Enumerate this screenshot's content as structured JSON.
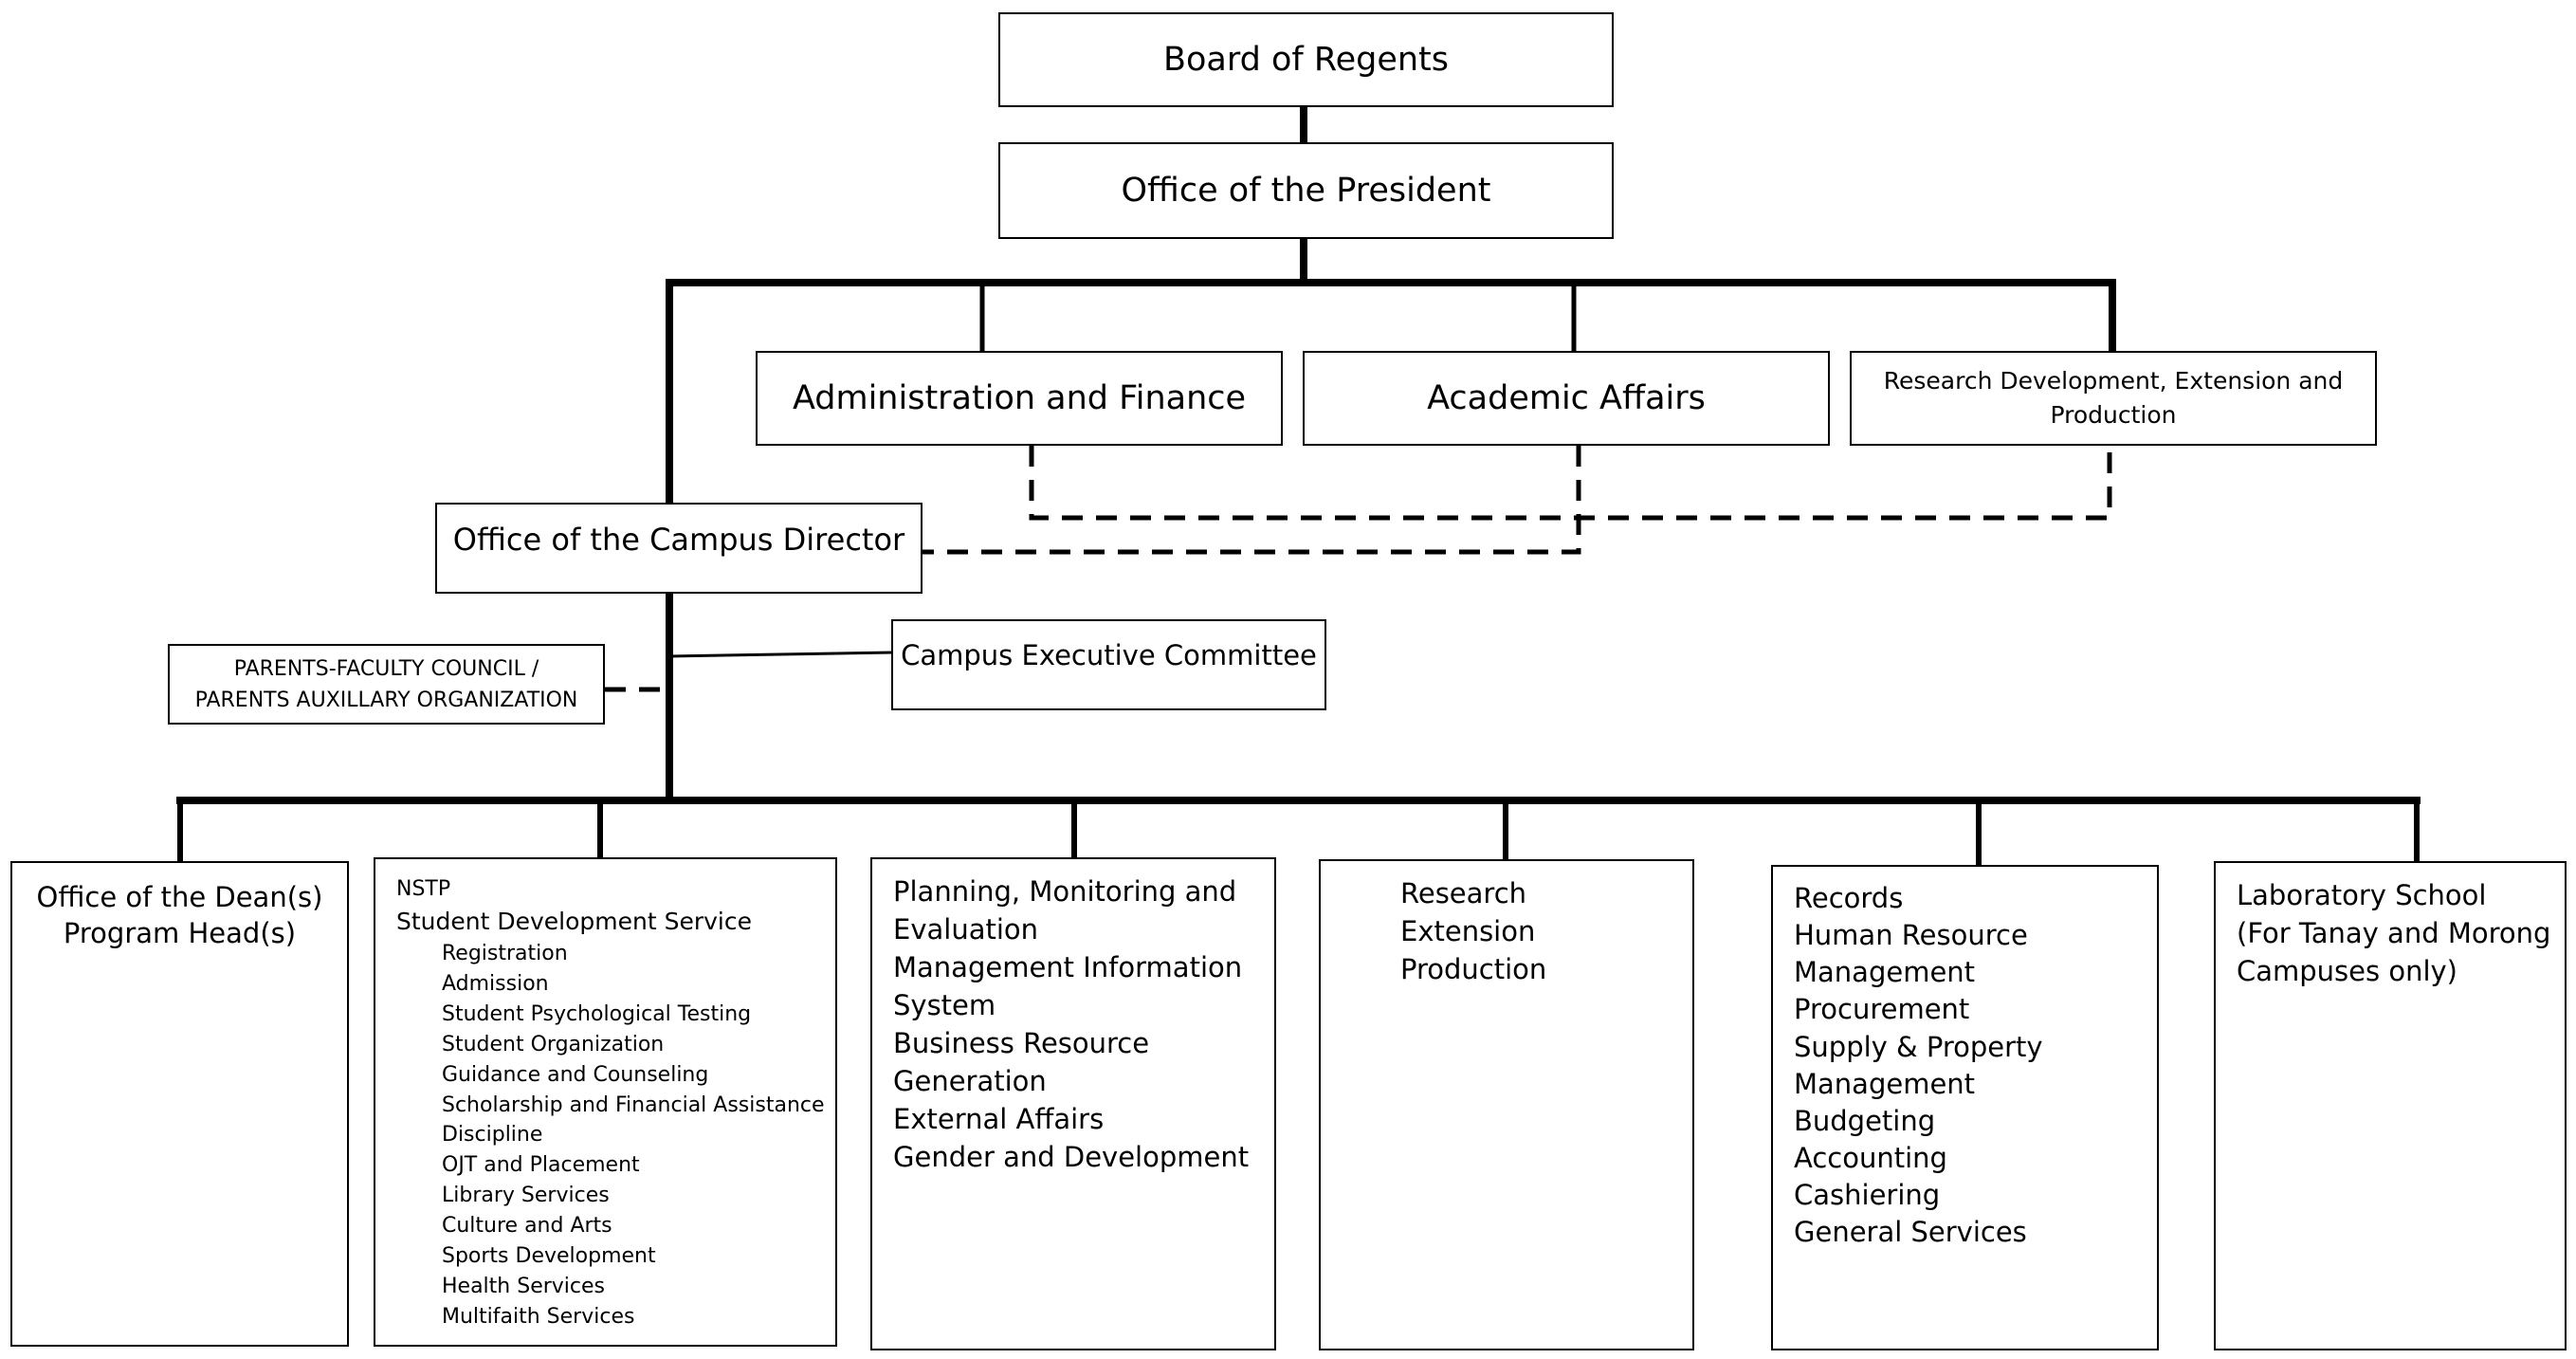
{
  "top": {
    "board": "Board of Regents",
    "president": "Office of the President"
  },
  "vp": {
    "admin": "Administration and Finance",
    "academic": "Academic Affairs",
    "research": [
      "Research Development, Extension and",
      "Production"
    ]
  },
  "campus": {
    "director": "Office of the Campus Director",
    "pfc": [
      "PARENTS-FACULTY COUNCIL /",
      "PARENTS AUXILLARY ORGANIZATION"
    ],
    "executive": "Campus Executive Committee"
  },
  "units": {
    "dean": [
      "Office of the Dean(s)",
      "Program Head(s)"
    ],
    "student": {
      "nstp": "NSTP",
      "title": "Student Development Service",
      "items": [
        "Registration",
        "Admission",
        "Student Psychological Testing",
        "Student Organization",
        "Guidance and Counseling",
        "Scholarship and Financial Assistance",
        "Discipline",
        "OJT and Placement",
        "Library Services",
        "Culture and Arts",
        "Sports Development",
        "Health Services",
        "Multifaith Services"
      ]
    },
    "planning": [
      "Planning, Monitoring and",
      "Evaluation",
      "Management Information",
      "System",
      "Business Resource",
      "Generation",
      "External Affairs",
      "Gender and Development"
    ],
    "research": [
      "Research",
      "Extension",
      "Production"
    ],
    "records": [
      "Records",
      "Human Resource",
      "Management",
      "Procurement",
      "Supply & Property",
      "Management",
      "Budgeting",
      "Accounting",
      "Cashiering",
      "General Services"
    ],
    "lab": [
      "Laboratory School",
      "(For Tanay and Morong",
      "Campuses only)"
    ]
  }
}
